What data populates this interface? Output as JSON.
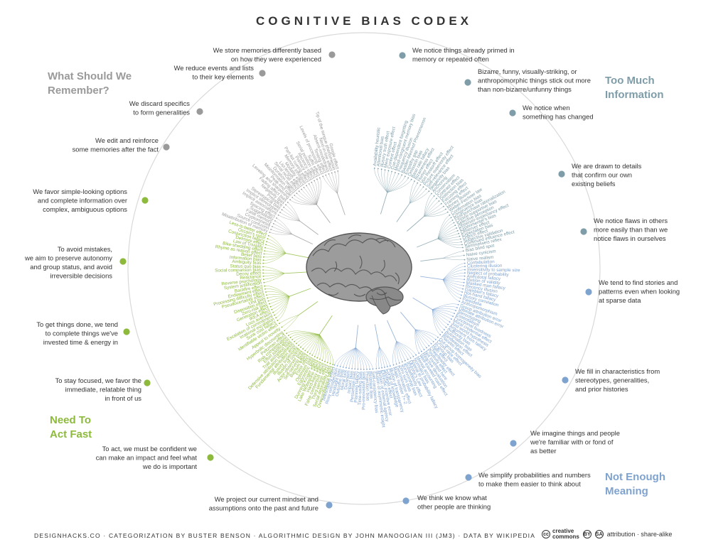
{
  "title": "COGNITIVE BIAS CODEX",
  "footer": "DESIGNHACKS.CO · CATEGORIZATION BY BUSTER BENSON · ALGORITHMIC DESIGN BY JOHN MANOOGIAN III (JM3) · DATA BY WIKIPEDIA",
  "license": {
    "logo_line1": "creative",
    "logo_line2": "commons",
    "text": "attribution · share-alike",
    "icon_by": "BY",
    "icon_sa": "SA"
  },
  "colors": {
    "remember": "#9a9a9a",
    "too_much": "#7e9da8",
    "meaning": "#7fa3cf",
    "fast": "#8dba3c",
    "ring": "#d9d9d9"
  },
  "quadrants": [
    {
      "id": "remember",
      "label_lines": [
        "What Should We",
        "Remember?"
      ]
    },
    {
      "id": "too_much",
      "label_lines": [
        "Too Much",
        "Information"
      ]
    },
    {
      "id": "meaning",
      "label_lines": [
        "Not Enough",
        "Meaning"
      ]
    },
    {
      "id": "fast",
      "label_lines": [
        "Need To",
        "Act Fast"
      ]
    }
  ],
  "categories": [
    {
      "quadrant": "too_much",
      "lines": [
        "We notice things already primed in",
        "memory or repeated often"
      ],
      "biases": [
        "Availability heuristic",
        "Attentional bias",
        "Illusory truth effect",
        "Mere exposure effect",
        "Context effect",
        "Cue-dependent forgetting",
        "Mood-congruent memory bias",
        "Frequency illusion",
        "Baader-Meinhof Phenomenon",
        "Empathy gap",
        "Omission bias",
        "Base rate fallacy"
      ]
    },
    {
      "quadrant": "too_much",
      "lines": [
        "Bizarre, funny, visually-striking, or",
        "anthropomorphic things stick out more",
        "than non-bizarre/unfunny things"
      ],
      "biases": [
        "Bizarreness effect",
        "Humor effect",
        "Von Restorff effect",
        "Picture superiority effect",
        "Self-relevance effect",
        "Negativity bias"
      ]
    },
    {
      "quadrant": "too_much",
      "lines": [
        "We notice when",
        "something has changed"
      ],
      "biases": [
        "Anchoring",
        "Conservatism",
        "Contrast effect",
        "Distinction bias",
        "Focusing effect",
        "Framing effect",
        "Money illusion",
        "Weber-Fechner law"
      ]
    },
    {
      "quadrant": "too_much",
      "lines": [
        "We are drawn to details",
        "that confirm our own",
        "existing beliefs"
      ],
      "biases": [
        "Confirmation bias",
        "Congruence bias",
        "Post-purchase rationalization",
        "Choice-supportive bias",
        "Selective perception",
        "Observer-expectancy effect",
        "Experimenter's bias",
        "Observer effect",
        "Expectation bias",
        "Ostrich effect",
        "Subjective validation",
        "Continued influence effect",
        "Semmelweis reflex"
      ]
    },
    {
      "quadrant": "too_much",
      "lines": [
        "We notice flaws in others",
        "more easily than than we",
        "notice flaws in ourselves"
      ],
      "biases": [
        "Bias blind spot",
        "Naive cynicism",
        "Naive realism"
      ]
    },
    {
      "quadrant": "meaning",
      "lines": [
        "We tend to find stories and",
        "patterns even when looking",
        "at sparse data"
      ],
      "biases": [
        "Confabulation",
        "Clustering illusion",
        "Insensitivity to sample size",
        "Neglect of probability",
        "Anecdotal fallacy",
        "Illusion of validity",
        "Masked man fallacy",
        "Recency illusion",
        "Gambler's fallacy",
        "Hot-hand fallacy",
        "Illusory correlation",
        "Pareidolia",
        "Anthropomorphism"
      ]
    },
    {
      "quadrant": "meaning",
      "lines": [
        "We fill in characteristics from",
        "stereotypes, generalities,",
        "and prior histories"
      ],
      "biases": [
        "Group attribution error",
        "Ultimate attribution error",
        "Stereotyping",
        "Essentialism",
        "Functional fixedness",
        "Moral credential effect",
        "Just-world hypothesis",
        "Argument from fallacy",
        "Authority bias",
        "Automation bias",
        "Bandwagon effect",
        "Placebo effect"
      ]
    },
    {
      "quadrant": "meaning",
      "lines": [
        "We imagine things and people",
        "we're familiar with or fond of",
        "as better"
      ],
      "biases": [
        "Out-group homogeneity bias",
        "Cross-race effect",
        "In-group bias",
        "Halo effect",
        "Cheerleader effect",
        "Positivity effect",
        "Not invented here",
        "Reactive devaluation",
        "Well-traveled road effect"
      ]
    },
    {
      "quadrant": "meaning",
      "lines": [
        "We simplify probabilities and numbers",
        "to make them easier to think about"
      ],
      "biases": [
        "Mental accounting",
        "Normalcy bias",
        "Appeal to probability fallacy",
        "Murphy's Law",
        "Subadditivity effect",
        "Survivorship bias",
        "Zero sum bias",
        "Denomination effect",
        "Magic number 7+-2"
      ]
    },
    {
      "quadrant": "meaning",
      "lines": [
        "We think we know what",
        "other people are thinking"
      ],
      "biases": [
        "Illusion of transparency",
        "Curse of knowledge",
        "Spotlight effect",
        "Extrinsic incentive error",
        "Illusion of external agency",
        "Illusion of asymmetric insight"
      ]
    },
    {
      "quadrant": "meaning",
      "lines": [
        "We project our current mindset and",
        "assumptions onto the past and future"
      ],
      "biases": [
        "Self-consistency bias",
        "Restraint bias",
        "Projection bias",
        "Pro-innovation bias",
        "Time-saving bias",
        "Planning fallacy",
        "Pessimism bias",
        "Impact bias",
        "Declinism",
        "Moral luck",
        "Outcome bias",
        "Hindsight bias",
        "Rosy retrospection",
        "Telescoping effect"
      ]
    },
    {
      "quadrant": "fast",
      "lines": [
        "To act, we must be confident we",
        "can make an impact and feel what",
        "we do is important"
      ],
      "biases": [
        "Overconfidence effect",
        "Social desirability bias",
        "Third-person effect",
        "False consensus effect",
        "Hard-easy effect",
        "Lake Wobegone effect",
        "Dunning-Kruger effect",
        "Egocentric bias",
        "Optimism bias",
        "Forer effect",
        "Barnum effect",
        "Self-serving bias",
        "Actor-observer bias",
        "Illusion of control",
        "Illusory superiority",
        "Fundamental attribution error",
        "Defensive attribution hypothesis",
        "Trait ascription bias",
        "Effort justification",
        "Risk compensation",
        "Peltzman effect"
      ]
    },
    {
      "quadrant": "fast",
      "lines": [
        "To stay focused, we favor the",
        "immediate, relatable thing",
        "in front of us"
      ],
      "biases": [
        "Hyperbolic discounting",
        "Appeal to novelty",
        "Identifiable victim effect"
      ]
    },
    {
      "quadrant": "fast",
      "lines": [
        "To get things done, we tend",
        "to complete things we've",
        "invested time & energy in"
      ],
      "biases": [
        "Sunk cost fallacy",
        "Irrational escalation",
        "Escalation of commitment",
        "Loss aversion",
        "IKEA effect",
        "Generation effect",
        "Zero-risk bias",
        "Disposition effect",
        "Unit bias",
        "Pseudocertainty effect",
        "Processing difficulty effect",
        "Endowment effect",
        "Backfire effect"
      ]
    },
    {
      "quadrant": "fast",
      "lines": [
        "To avoid mistakes,",
        "we aim to preserve autonomy",
        "and group status, and avoid",
        "irreversible decisions"
      ],
      "biases": [
        "System justification",
        "Reverse psychology",
        "Reactance",
        "Decoy effect",
        "Social comparison bias",
        "Status quo bias"
      ]
    },
    {
      "quadrant": "fast",
      "lines": [
        "We favor simple-looking options",
        "and complete information over",
        "complex, ambiguous options"
      ],
      "biases": [
        "Ambiguity bias",
        "Information bias",
        "Belief bias",
        "Rhyme as reason effect",
        "Bike-shedding effect",
        "Law of Triviality",
        "Delmore effect",
        "Conjunction fallacy",
        "Occam's razor",
        "Less-is-better effect"
      ]
    },
    {
      "quadrant": "remember",
      "lines": [
        "We edit and reinforce",
        "some memories after the fact"
      ],
      "biases": [
        "Misattribution of memory",
        "Source confusion",
        "Cryptomnesia",
        "False memory",
        "Suggestibility",
        "Spacing effect"
      ]
    },
    {
      "quadrant": "remember",
      "lines": [
        "We discard specifics",
        "to form generalities"
      ],
      "biases": [
        "Implicit associations",
        "Implicit stereotypes",
        "Stereotypical bias",
        "Prejudice",
        "Negativity bias",
        "Fading affect bias"
      ]
    },
    {
      "quadrant": "remember",
      "lines": [
        "We reduce events and lists",
        "to their key elements"
      ],
      "biases": [
        "Leveling and sharpening",
        "Peak-end rule",
        "Misinformation effect",
        "Duration neglect",
        "Serial recall effect",
        "List-length effect",
        "Modality effect",
        "Memory inhibition",
        "Part-list cueing effect",
        "Primacy effect",
        "Recency effect",
        "Serial position effect",
        "Suffix effect"
      ]
    },
    {
      "quadrant": "remember",
      "lines": [
        "We store memories differently based",
        "on how they were experienced"
      ],
      "biases": [
        "Levels of processing effect",
        "Testing effect",
        "Absent-mindedness",
        "Next-in-line effect",
        "Tip of the tongue phenomenon",
        "Google effect"
      ]
    }
  ]
}
